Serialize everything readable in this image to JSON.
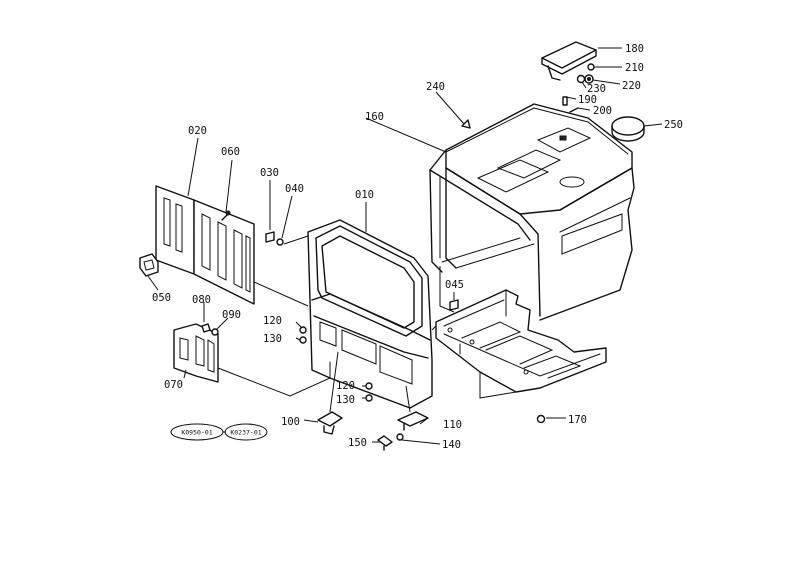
{
  "labels": {
    "p010": "010",
    "p020": "020",
    "p030": "030",
    "p040": "040",
    "p045": "045",
    "p050": "050",
    "p060": "060",
    "p070": "070",
    "p080": "080",
    "p090": "090",
    "p100": "100",
    "p110": "110",
    "p120a": "120",
    "p120b": "120",
    "p130a": "130",
    "p130b": "130",
    "p140": "140",
    "p150": "150",
    "p160": "160",
    "p170": "170",
    "p180": "180",
    "p190": "190",
    "p200": "200",
    "p210": "210",
    "p220": "220",
    "p230": "230",
    "p240": "240",
    "p250": "250"
  },
  "refs": {
    "ref1": "K0950-01",
    "ref2": "K0237-01"
  }
}
